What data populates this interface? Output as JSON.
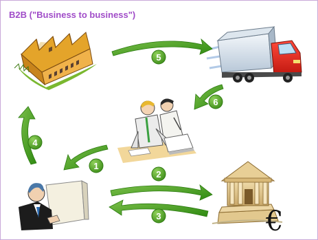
{
  "title": "B2B (\"Business to business\")",
  "steps": [
    "1",
    "2",
    "3",
    "4",
    "5",
    "6"
  ],
  "currency_symbol": "€",
  "colors": {
    "title": "#a04cc8",
    "border": "#c9a8d8",
    "arrow": "#3d9a1e",
    "badge": "#4e9a25"
  },
  "icons": [
    "factory-icon",
    "delivery-truck-icon",
    "business-meeting-icon",
    "buyer-computer-icon",
    "bank-icon",
    "euro-icon"
  ]
}
